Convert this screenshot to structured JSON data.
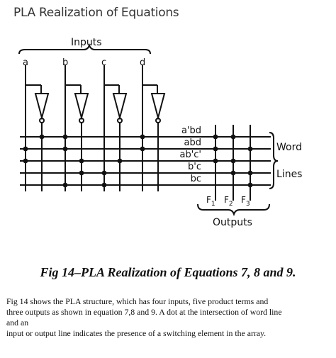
{
  "title": "PLA Realization of Equations",
  "diagram": {
    "inputs_label": "Inputs",
    "inputs": [
      "a",
      "b",
      "c",
      "d"
    ],
    "product_terms": [
      "a'bd",
      "abd",
      "ab'c'",
      "b'c",
      "bc"
    ],
    "word_lines_label_1": "Word",
    "word_lines_label_2": "Lines",
    "outputs": [
      "F",
      "F",
      "F"
    ],
    "output_subscripts": [
      "1",
      "2",
      "3"
    ],
    "outputs_label": "Outputs"
  },
  "caption": "Fig 14–PLA Realization of Equations 7, 8 and 9.",
  "paragraph_lines": [
    "Fig 14 shows the PLA structure, which has four inputs, five product terms and",
    "three outputs as shown in equation 7,8 and 9. A dot at the intersection of word line",
    "and an",
    "input or output line indicates the presence of a switching element in the array."
  ]
}
